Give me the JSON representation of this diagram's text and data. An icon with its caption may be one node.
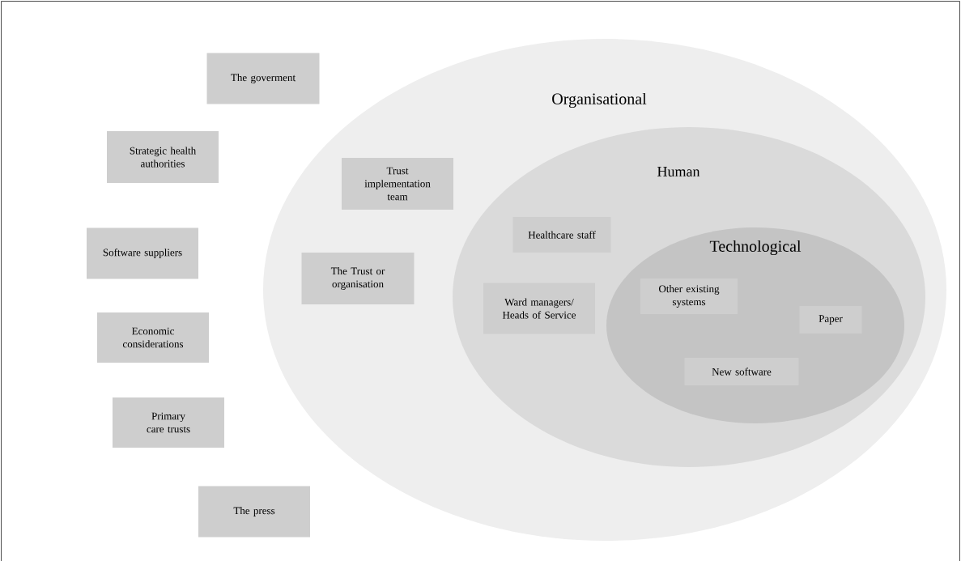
{
  "diagram": {
    "nodes": [
      {
        "text": [
          "The goverment"
        ]
      },
      {
        "text": [
          "Strategic health authorities"
        ]
      },
      {
        "text": [
          "Software suppliers"
        ]
      },
      {
        "text": [
          "Economic considerations"
        ]
      },
      {
        "text": [
          "Primary care trusts"
        ]
      },
      {
        "text": [
          "The press"
        ]
      },
      {
        "text": [
          "Organisational"
        ]
      },
      {
        "text": [
          "Trust implementation team"
        ],
        "in": 6
      },
      {
        "text": [
          "The Trust or organisation"
        ],
        "in": 6
      },
      {
        "text": [
          "Human"
        ],
        "in": 6
      },
      {
        "text": [
          "Healthcare staff"
        ],
        "in": 9
      },
      {
        "text": [
          "Ward managers/ Heads of Service"
        ],
        "in": 9
      },
      {
        "text": [
          "Technological"
        ],
        "in": 9
      },
      {
        "text": [
          "Other existing systems"
        ],
        "in": 12
      },
      {
        "text": [
          "Paper"
        ],
        "in": 12
      },
      {
        "text": [
          "New software"
        ],
        "in": 12
      }
    ]
  }
}
